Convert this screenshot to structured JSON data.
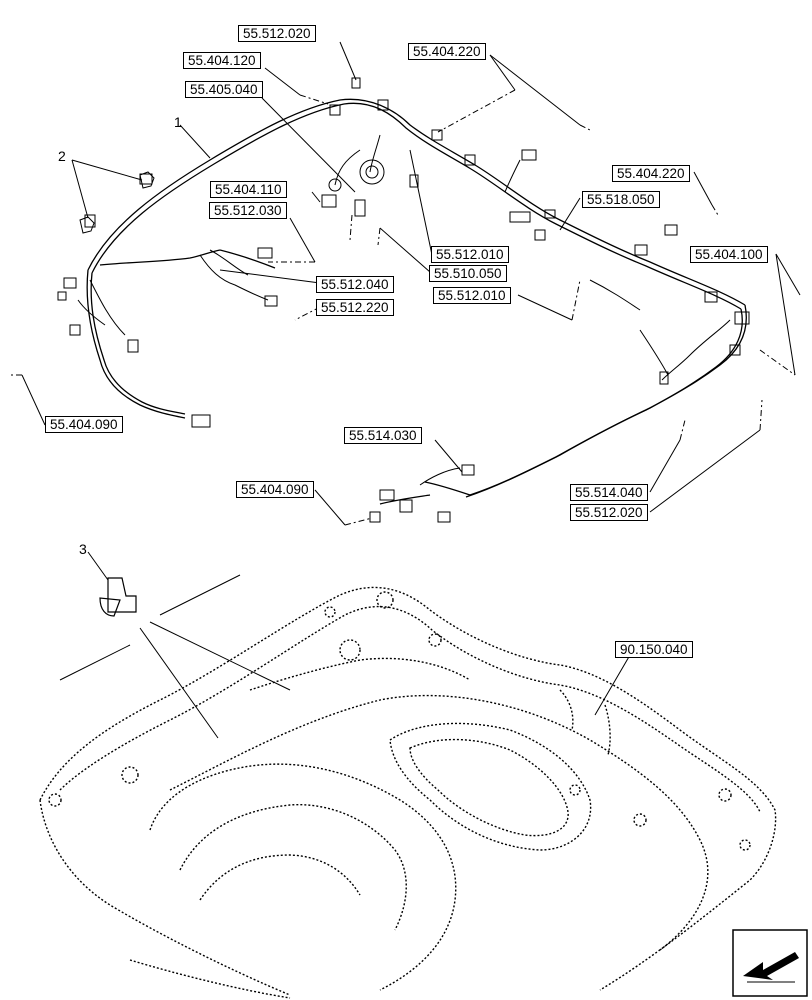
{
  "references": {
    "r1": "55.512.020",
    "r2": "55.404.120",
    "r3": "55.405.040",
    "r4": "55.404.220",
    "r5": "55.404.110",
    "r6": "55.512.030",
    "r7": "55.518.050",
    "r8": "55.404.220",
    "r9": "55.404.100",
    "r10": "55.512.010",
    "r11": "55.510.050",
    "r12": "55.512.040",
    "r13": "55.512.010",
    "r14": "55.512.220",
    "r15": "55.404.090",
    "r16": "55.514.030",
    "r17": "55.404.090",
    "r18": "55.514.040",
    "r19": "55.512.020",
    "r20": "90.150.040"
  },
  "items": {
    "i1": "1",
    "i2": "2",
    "i3": "3"
  },
  "icons": {
    "nav": "next-page-arrow-icon"
  }
}
